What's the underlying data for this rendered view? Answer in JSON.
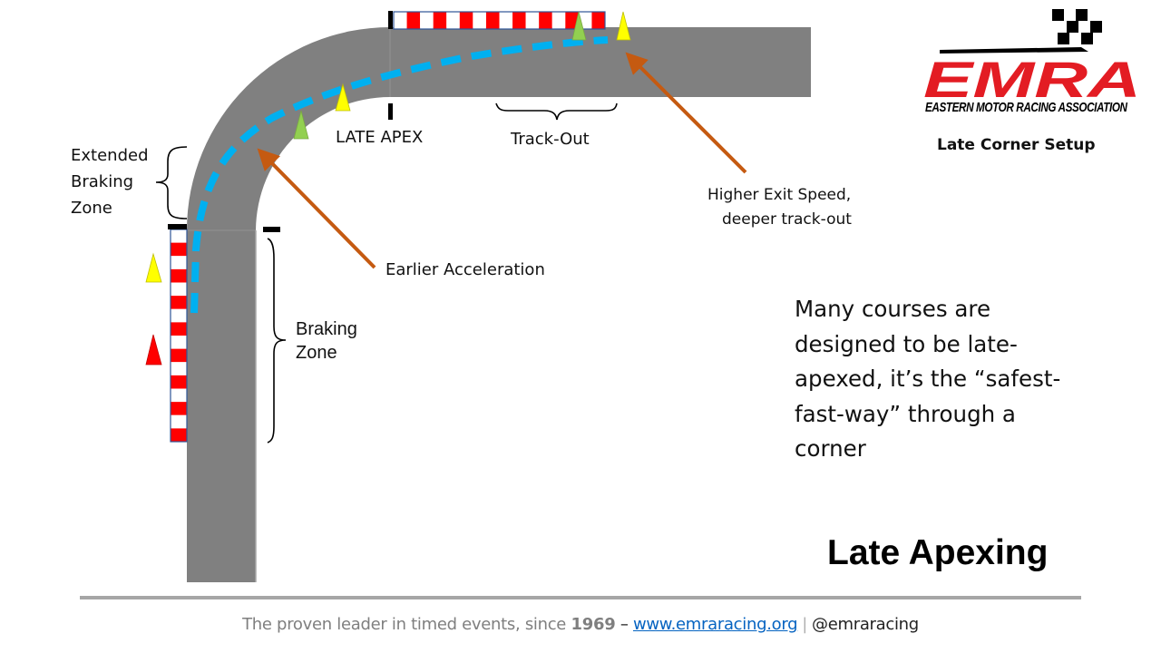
{
  "slide": {
    "title": "Late Apexing",
    "subtitle": "Late Corner Setup",
    "description": "Many courses are designed to be late-apexed, it’s the “safest-fast-way” through a corner"
  },
  "logo": {
    "letters": "EMRA",
    "tagline": "EASTERN MOTOR RACING ASSOCIATION",
    "brand_color": "#e31c23",
    "icon": "checkered-flag-icon"
  },
  "labels": {
    "late_apex": "LATE APEX",
    "track_out": "Track-Out",
    "extended_braking_zone": [
      "Extended",
      "Braking",
      "Zone"
    ],
    "braking_zone": [
      "Braking",
      "Zone"
    ],
    "earlier_acceleration": "Earlier Acceleration",
    "higher_exit_speed": [
      "Higher Exit Speed,",
      "deeper track-out"
    ]
  },
  "footer": {
    "prefix": "The proven leader in timed events, since ",
    "year": "1969",
    "dash": " – ",
    "link": "www.emraracing.org",
    "separator": "|",
    "handle": "@emraracing"
  },
  "colors": {
    "track": "#808080",
    "racing_line": "#00b0f0",
    "arrow": "#c55a11",
    "curb_red": "#ff0000",
    "curb_border": "#2f5597",
    "cone_yellow": "#ffff00",
    "cone_green": "#92d050",
    "cone_red": "#ff0000"
  }
}
